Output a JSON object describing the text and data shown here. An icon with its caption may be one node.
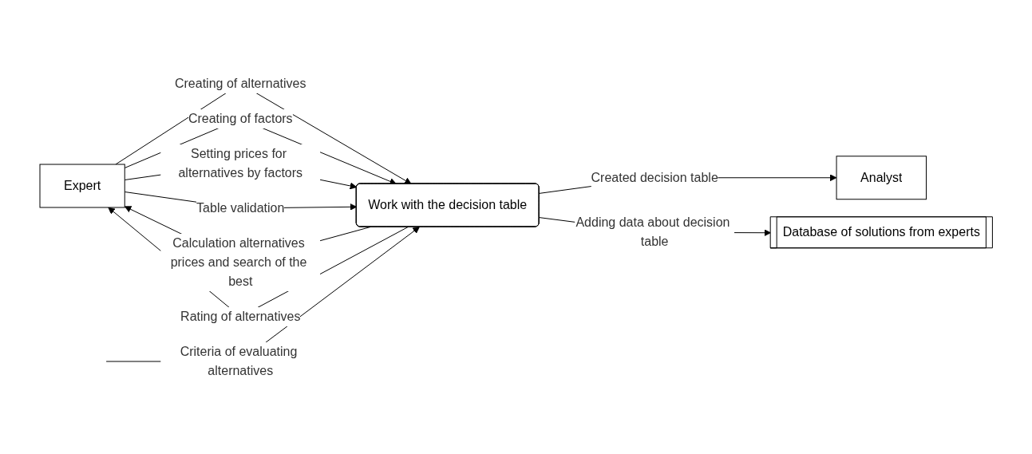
{
  "diagram": {
    "nodes": [
      {
        "text": [
          "Expert"
        ]
      },
      {
        "text": [
          "Work with the decision table"
        ]
      },
      {
        "text": [
          "Analyst"
        ]
      },
      {
        "text": [
          "Database of solutions from experts"
        ]
      }
    ],
    "edges": [
      {
        "from": 0,
        "to": 1,
        "arrow": "to",
        "label": "Creating of alternatives"
      },
      {
        "from": 0,
        "to": 1,
        "arrow": "to",
        "label": "Creating of factors"
      },
      {
        "from": 0,
        "to": 1,
        "arrow": "to",
        "label": "Setting prices for alternatives by factors"
      },
      {
        "from": 1,
        "to": 0,
        "arrow": "to",
        "label": "Calculation alternatives prices and search of the best"
      },
      {
        "from": 1,
        "to": 0,
        "arrow": "to",
        "label": "Rating of alternatives"
      },
      {
        "from": 0,
        "to": 1,
        "arrow": "to",
        "label": "Table validation"
      },
      {
        "from": 1,
        "to": 2,
        "arrow": "to",
        "label": "Created decision table"
      },
      {
        "from": 1,
        "to": 3,
        "arrow": "to",
        "label": "Adding data about decision table"
      },
      {
        "from": null,
        "to": 1,
        "arrow": "to",
        "label": "Criteria of evaluating alternatives"
      }
    ]
  }
}
